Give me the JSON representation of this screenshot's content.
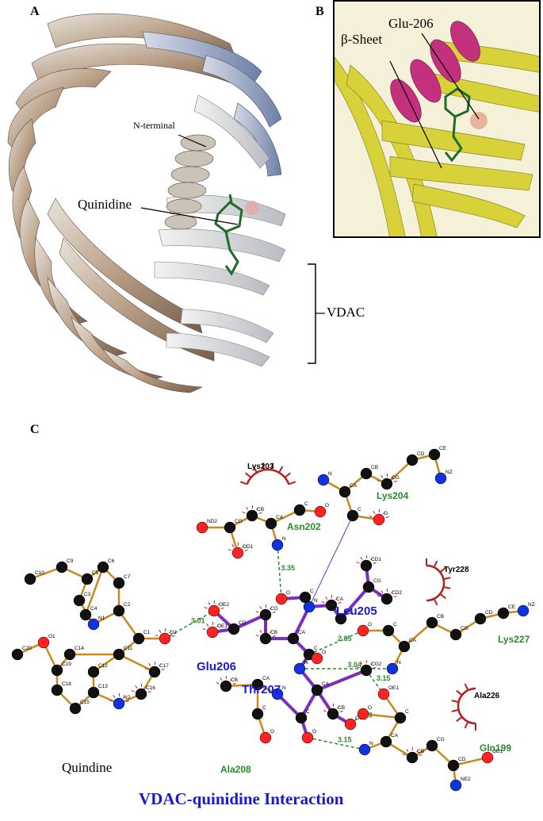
{
  "panel_a": {
    "letter": "A",
    "n_terminal_label": "N-terminal",
    "quinidine_label": "Quinidine",
    "vdac_label": "VDAC"
  },
  "panel_b": {
    "letter": "B",
    "beta_sheet_label": "β-Sheet",
    "glu_label": "Glu-206"
  },
  "panel_c": {
    "letter": "C",
    "quindine_label": "Quindine",
    "title": "VDAC-quinidine Interaction",
    "colors": {
      "bond_ligand": "#7b2fbf",
      "bond_residue": "#c88a1e",
      "hbond": "#2a8a2a",
      "title": "#1a1acc",
      "residue_green": "#2a8a2a",
      "residue_blue": "#1a1acc",
      "hydrophobic": "#b22222"
    },
    "residues_blue": [
      "Leu205",
      "Glu206",
      "Thr207"
    ],
    "residues_green": [
      "Lys204",
      "Asn202",
      "Lys227",
      "Ala208",
      "Gln199"
    ],
    "residues_hydrophobic": [
      "Lys203",
      "Tyr228",
      "Ala226"
    ],
    "hbond_distances": [
      "3.01",
      "3.35",
      "2.85",
      "3.04",
      "3.15",
      "3.13",
      "3.15"
    ],
    "atom_labels": {
      "a1": "C10",
      "a2": "C9",
      "a3": "C5",
      "a4": "C6",
      "a5": "C7",
      "a6": "C3",
      "a7": "C4",
      "a8": "N1",
      "a9": "C2",
      "a10": "C1",
      "a11": "O2",
      "a12": "C20",
      "a13": "O1",
      "a14": "C14",
      "a15": "C19",
      "a16": "C11",
      "a17": "C18",
      "a18": "C12",
      "a19": "C13",
      "a20": "C15",
      "a21": "N2",
      "a22": "C16",
      "a23": "C17",
      "b1": "OE2",
      "b2": "OE1",
      "b3": "CD",
      "b4": "CG",
      "b5": "CB",
      "b6": "CA",
      "b7": "C",
      "b8": "O",
      "c1": "N",
      "c2": "CA",
      "c3": "CB",
      "c4": "CG",
      "c5": "CD1",
      "c6": "CD2",
      "c7": "C",
      "c8": "O",
      "d1": "N",
      "d2": "CA",
      "d3": "CB",
      "d4": "CG",
      "d5": "CD",
      "d6": "CE",
      "d7": "NZ",
      "d8": "C",
      "d9": "O",
      "e1": "N",
      "e2": "CA",
      "e3": "CB",
      "e4": "CG",
      "e5": "OD1",
      "e6": "ND2",
      "e7": "C",
      "e8": "O",
      "f1": "N",
      "f2": "CA",
      "f3": "CB",
      "f4": "CG2",
      "f5": "OG1",
      "f6": "C",
      "f7": "O",
      "g1": "N",
      "g2": "CA",
      "g3": "CB",
      "g4": "C",
      "g5": "O",
      "h1": "O",
      "h2": "C",
      "h3": "CA",
      "h4": "N",
      "h5": "CB",
      "h6": "CG",
      "h7": "CD",
      "h8": "CE",
      "h9": "NZ",
      "i1": "OE1",
      "i2": "C",
      "i3": "CA",
      "i4": "N",
      "i5": "CB",
      "i6": "CG",
      "i7": "CD",
      "i8": "NE2",
      "i9": "OE1",
      "i10": "O"
    }
  }
}
